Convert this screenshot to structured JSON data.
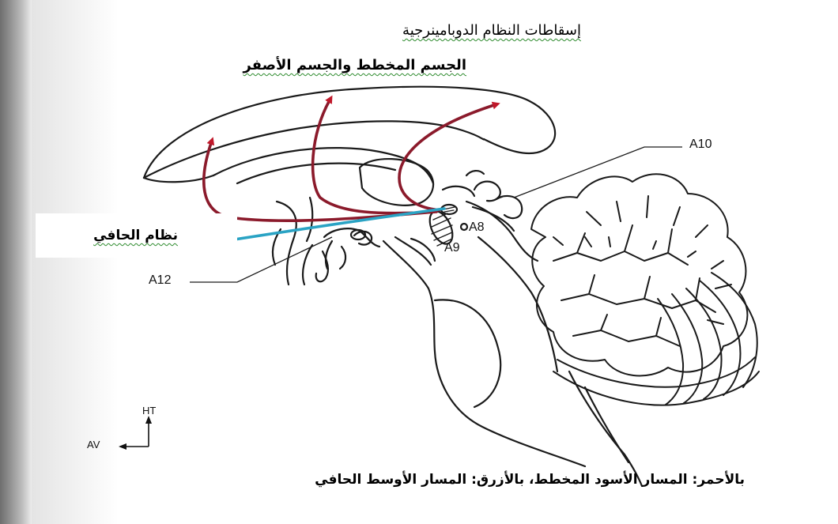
{
  "title": "إسقاطات النظام الدوبامينرجية",
  "labels": {
    "striatum": "الجسم المخطط والجسم الأصفر",
    "mesolimbic": "نظام الحافي",
    "a10": "A10",
    "a8": "A8",
    "a9": "A9",
    "a12": "A12",
    "ht": "HT",
    "av": "AV"
  },
  "caption": "بالأحمر: المسار الأسود المخطط، بالأزرق: المسار الأوسط الحافي",
  "colors": {
    "nigrostriatal_path": "#8b1a2b",
    "mesolimbic_path": "#2aa3c4",
    "line_art": "#1a1a1a"
  }
}
